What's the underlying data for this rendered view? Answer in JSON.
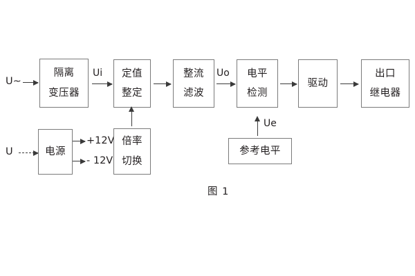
{
  "figure": {
    "caption": "图 1",
    "background_color": "#ffffff",
    "box_border_color": "#7a7a7a",
    "arrow_color": "#3a3a3a",
    "text_color": "#231f20"
  },
  "blocks": [
    {
      "id": "isolation-transformer",
      "lines": [
        "隔离",
        "变压器"
      ]
    },
    {
      "id": "setpoint-setting",
      "lines": [
        "定值",
        "整定"
      ]
    },
    {
      "id": "rectify-filter",
      "lines": [
        "整流",
        "滤波"
      ]
    },
    {
      "id": "level-detection",
      "lines": [
        "电平",
        "检测"
      ]
    },
    {
      "id": "driver",
      "lines": [
        "驱动"
      ]
    },
    {
      "id": "output-relay",
      "lines": [
        "出口",
        "继电器"
      ]
    },
    {
      "id": "power-supply",
      "lines": [
        "电源"
      ]
    },
    {
      "id": "multiplier-switch",
      "lines": [
        "倍率",
        "切换"
      ]
    },
    {
      "id": "reference-level",
      "lines": [
        "参考电平"
      ]
    }
  ],
  "labels": {
    "input_ac": "U~",
    "input_dc": "U",
    "signal_ui": "Ui",
    "signal_uo": "Uo",
    "signal_ue": "Ue",
    "rail_positive": "+12V",
    "rail_negative": "- 12V"
  }
}
